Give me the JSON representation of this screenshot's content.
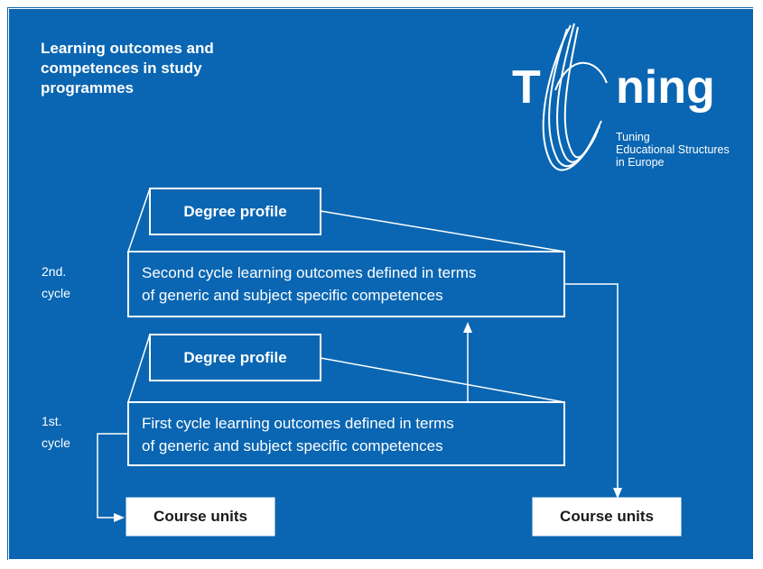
{
  "title": "Learning outcomes and competences in study programmes",
  "logo": {
    "word_start": "T",
    "word_end": "ning",
    "subtitle": [
      "Tuning",
      "Educational Structures",
      "in Europe"
    ]
  },
  "cycles": {
    "second": {
      "label_line1": "2nd.",
      "label_line2": "cycle",
      "profile_label": "Degree profile",
      "outcomes_line1": "Second cycle learning outcomes defined in terms",
      "outcomes_line2": "of generic and subject specific competences"
    },
    "first": {
      "label_line1": "1st.",
      "label_line2": "cycle",
      "profile_label": "Degree profile",
      "outcomes_line1": "First cycle learning outcomes defined in terms",
      "outcomes_line2": "of generic and subject specific competences"
    }
  },
  "course_units_left": "Course units",
  "course_units_right": "Course units",
  "colors": {
    "background": "#0a66b2",
    "foreground": "#ffffff"
  }
}
